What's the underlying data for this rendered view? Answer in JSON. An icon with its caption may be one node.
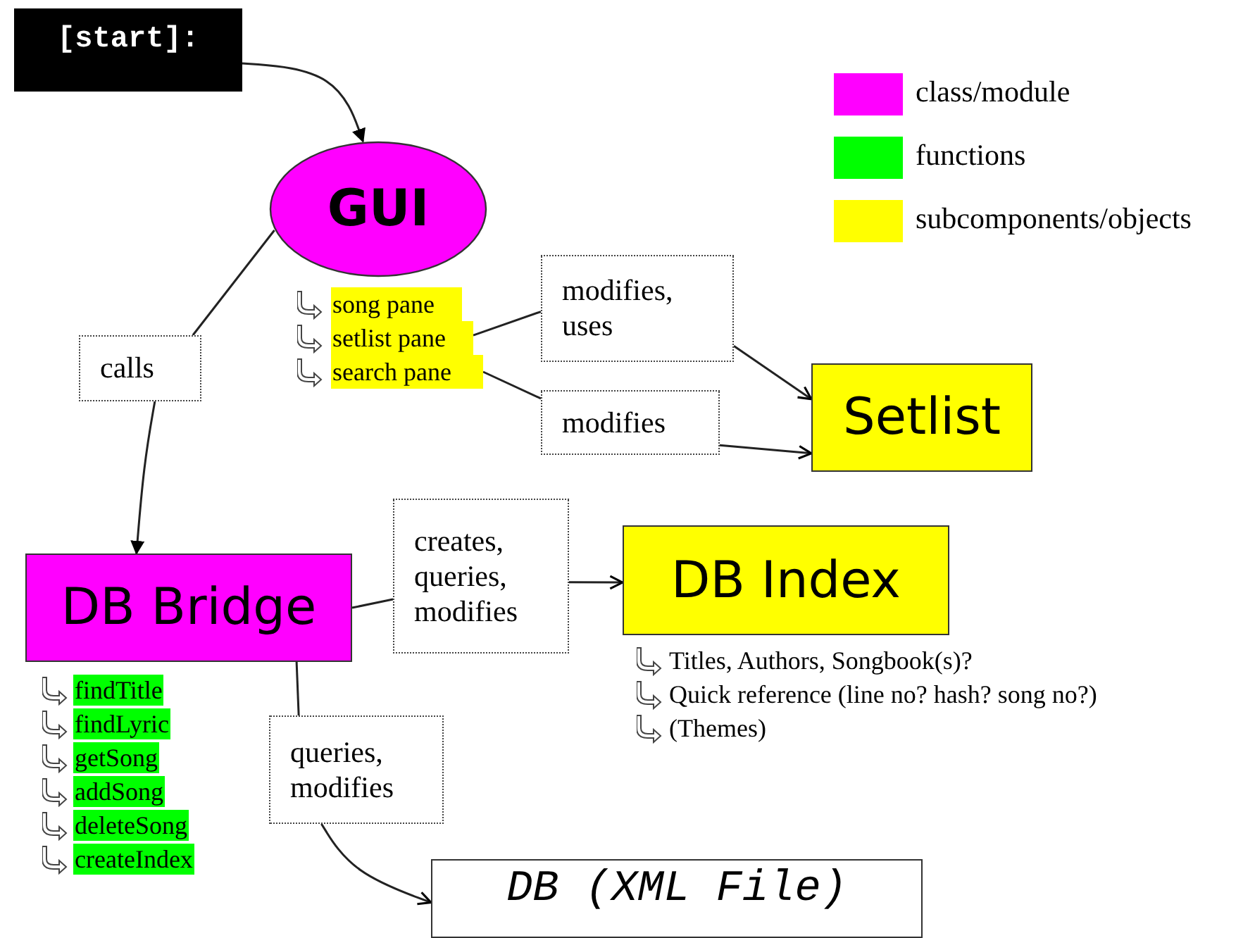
{
  "diagram": {
    "nodes": [
      {
        "text": [
          "[start]:"
        ]
      },
      {
        "text": [
          "GUI"
        ]
      },
      {
        "text": [
          "song pane"
        ]
      },
      {
        "text": [
          "setlist pane"
        ]
      },
      {
        "text": [
          "search pane"
        ]
      },
      {
        "text": [
          "calls"
        ]
      },
      {
        "text": [
          "modifies, uses"
        ]
      },
      {
        "text": [
          "modifies"
        ]
      },
      {
        "text": [
          "Setlist"
        ]
      },
      {
        "text": [
          "DB Bridge"
        ],
        "beside": [
          "findTitle",
          "findLyric",
          "getSong",
          "addSong",
          "deleteSong",
          "createIndex"
        ]
      },
      {
        "text": [
          "creates, queries, modifies"
        ]
      },
      {
        "text": [
          "DB Index"
        ],
        "beside": [
          "Titles, Authors, Songbook(s)?",
          "Quick reference (line no? hash? song no?)",
          "(Themes)"
        ]
      },
      {
        "text": [
          "queries, modifies"
        ]
      },
      {
        "text": [
          "DB (XML File)"
        ]
      }
    ],
    "edges": [
      {
        "from": 0,
        "to": 1,
        "arrow": "to"
      },
      {
        "from": 1,
        "to": 5,
        "arrow": "none"
      },
      {
        "from": 5,
        "to": 9,
        "arrow": "to"
      },
      {
        "from": 3,
        "to": 6,
        "arrow": "none"
      },
      {
        "from": 6,
        "to": 8,
        "arrow": "to"
      },
      {
        "from": 4,
        "to": 7,
        "arrow": "none"
      },
      {
        "from": 7,
        "to": 8,
        "arrow": "to"
      },
      {
        "from": 9,
        "to": 10,
        "arrow": "none"
      },
      {
        "from": 10,
        "to": 11,
        "arrow": "to"
      },
      {
        "from": 9,
        "to": 12,
        "arrow": "none"
      },
      {
        "from": 12,
        "to": 13,
        "arrow": "to"
      }
    ],
    "legend": [
      {
        "text": "class/module",
        "color": "#ff00ff"
      },
      {
        "text": "functions",
        "color": "#00ff00"
      },
      {
        "text": "subcomponents/objects",
        "color": "#ffff00"
      }
    ]
  }
}
